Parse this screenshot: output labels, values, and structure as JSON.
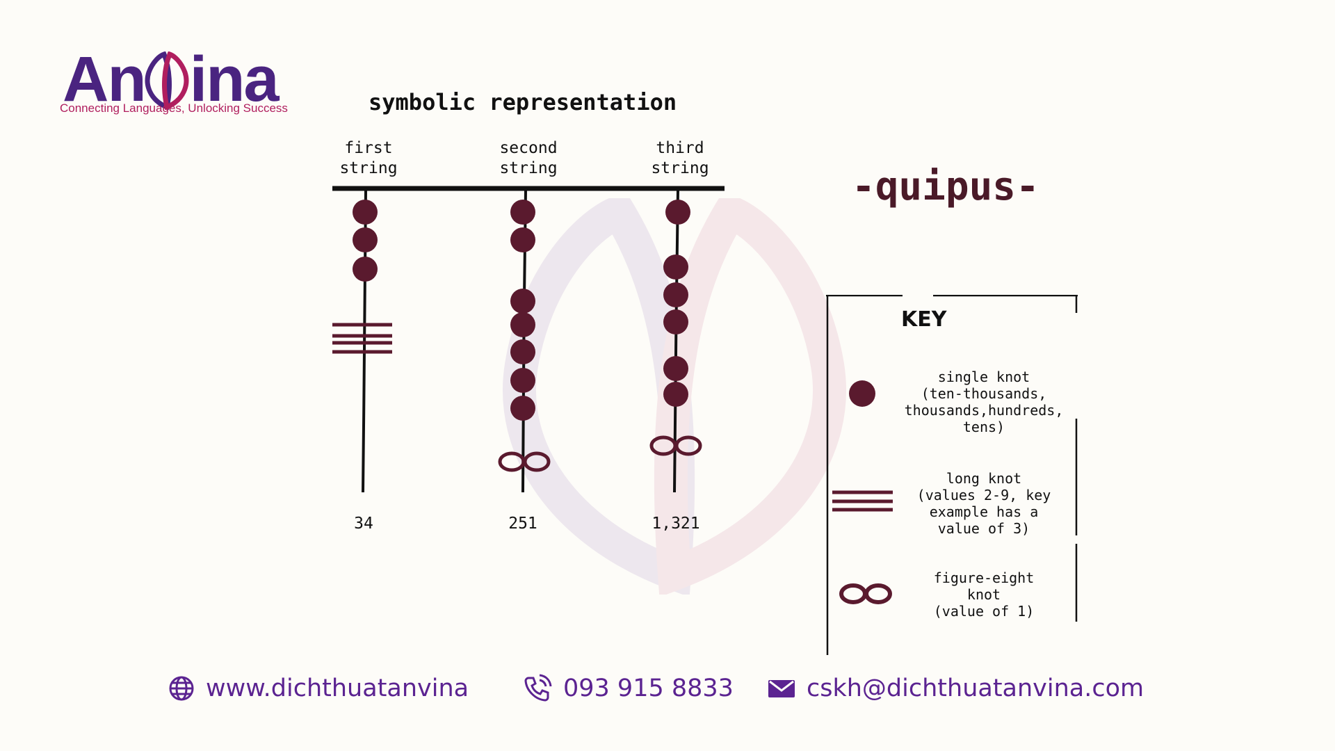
{
  "logo": {
    "word_left": "An",
    "word_right": "ina",
    "tagline": "Connecting Languages, Unlocking Success"
  },
  "diagram": {
    "title": "symbolic representation",
    "strings": [
      {
        "label": "first\nstring",
        "value": "34",
        "single_knots": 3,
        "long_knot_turns": 4,
        "figure_eight": false
      },
      {
        "label": "second\nstring",
        "value": "251",
        "single_knots": 7,
        "long_knot_turns": 0,
        "figure_eight": true
      },
      {
        "label": "third\nstring",
        "value": "1,321",
        "single_knots": 6,
        "long_knot_turns": 0,
        "figure_eight": true
      }
    ]
  },
  "heading": "-quipus-",
  "key": {
    "title": "KEY",
    "items": [
      {
        "icon": "single-knot-icon",
        "text": "single knot\n(ten-thousands,\nthousands,hundreds,\ntens)"
      },
      {
        "icon": "long-knot-icon",
        "text": "long knot\n(values 2-9, key\nexample has a\nvalue of 3)"
      },
      {
        "icon": "figure-eight-knot-icon",
        "text": "figure-eight\nknot\n(value of 1)"
      }
    ]
  },
  "contact": {
    "website": "www.dichthuatanvina",
    "phone": "093 915 8833",
    "email": "cskh@dichthuatanvina.com"
  },
  "colors": {
    "knot": "#5a1a2e",
    "brand_purple": "#5b2391",
    "brand_magenta": "#b01e5e"
  }
}
